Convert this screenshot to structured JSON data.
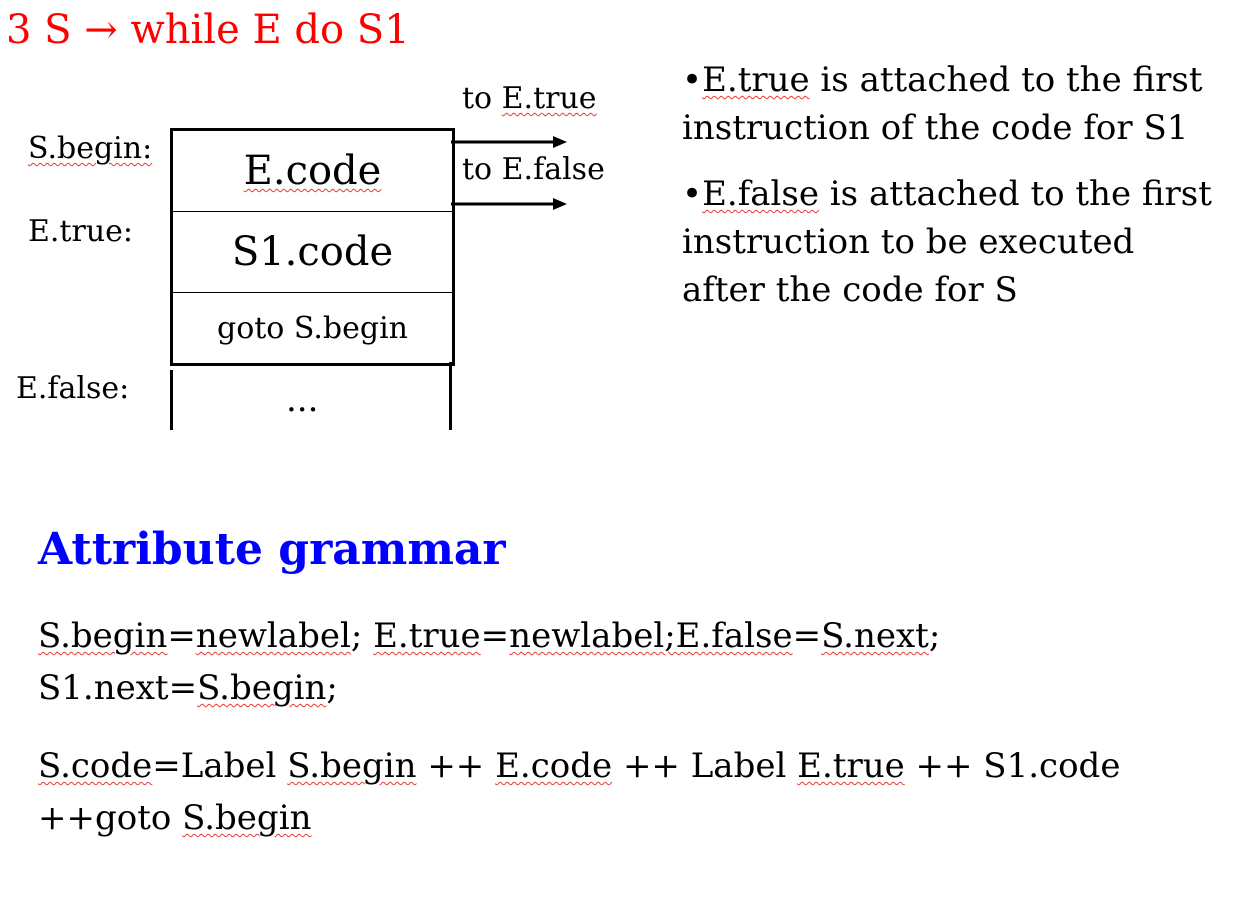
{
  "title": "3 S → while E do S1",
  "labels": {
    "s_begin": "S.begin:",
    "e_true": "E.true:",
    "e_false": "E.false:"
  },
  "box": {
    "cell1": "E.code",
    "cell2": "S1.code",
    "cell3": "goto S.begin",
    "continuation": "..."
  },
  "arrows": {
    "to_true": "to E.true",
    "to_false": "to E.false"
  },
  "bullets": [
    {
      "marker": "•",
      "term": "E.true",
      "rest1": " is attached to the first",
      "rest2": "instruction of the code for S1"
    },
    {
      "marker": "•",
      "term": "E.false",
      "rest1": " is attached to the first",
      "rest2": "instruction to be executed",
      "rest3": "after the code for S"
    }
  ],
  "attribute_grammar": {
    "heading": "Attribute grammar",
    "rule1": {
      "a": "S.begin",
      "b": "=",
      "c": "newlabel",
      "d": "; ",
      "e": "E.true",
      "f": "=",
      "g": "newlabel;E.false",
      "h": "=",
      "i": "S.next",
      "j": ";",
      "k": "S1.next=",
      "l": "S.begin",
      "m": ";"
    },
    "rule2": {
      "a": "S.code",
      "b": "=Label ",
      "c": "S.begin",
      "d": " ++ ",
      "e": "E.code",
      "f": " ++ Label ",
      "g": "E.true",
      "h": " ++ S1.code",
      "i": "++goto ",
      "j": "S.begin"
    }
  }
}
